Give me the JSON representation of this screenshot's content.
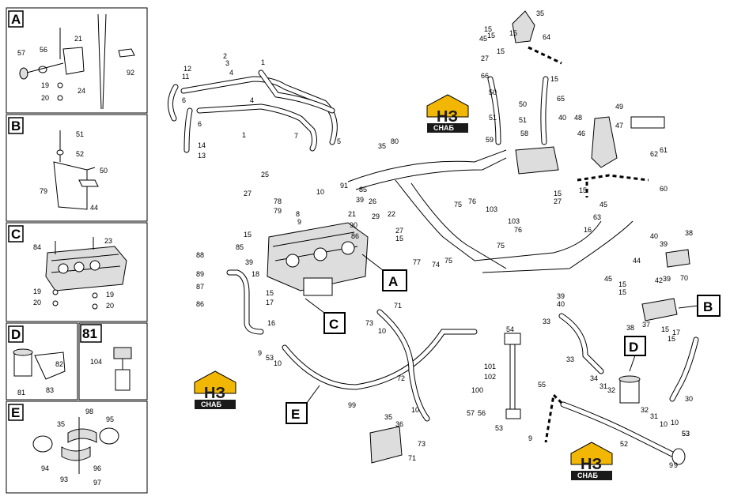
{
  "insets": {
    "A": {
      "letter": "A",
      "labels": [
        "21",
        "57",
        "56",
        "19",
        "20",
        "24",
        "92"
      ]
    },
    "B": {
      "letter": "B",
      "labels": [
        "51",
        "52",
        "50",
        "79",
        "44"
      ]
    },
    "C": {
      "letter": "C",
      "labels": [
        "23",
        "84",
        "19",
        "20",
        "19",
        "20"
      ]
    },
    "D": {
      "letter": "D",
      "labels": [
        "82",
        "81",
        "83"
      ]
    },
    "n81": {
      "letter": "81",
      "labels": [
        "104"
      ]
    },
    "E": {
      "letter": "E",
      "labels": [
        "98",
        "95",
        "35",
        "94",
        "93",
        "96",
        "97"
      ]
    }
  },
  "callouts": {
    "A": "A",
    "B": "B",
    "C": "C",
    "D": "D",
    "E": "E"
  },
  "watermark": {
    "text": "СНАБ",
    "letters": "НЗ"
  },
  "main_labels": [
    "12",
    "11",
    "6",
    "6",
    "14",
    "13",
    "2",
    "3",
    "4",
    "4",
    "1",
    "1",
    "7",
    "5",
    "35",
    "80",
    "25",
    "27",
    "15",
    "10",
    "78",
    "79",
    "8",
    "9",
    "91",
    "85",
    "39",
    "26",
    "21",
    "90",
    "86",
    "29",
    "27",
    "15",
    "22",
    "75",
    "76",
    "103",
    "103",
    "76",
    "75",
    "77",
    "74",
    "75",
    "88",
    "85",
    "39",
    "18",
    "89",
    "87",
    "86",
    "15",
    "17",
    "16",
    "71",
    "73",
    "10",
    "A",
    "C",
    "9",
    "53",
    "10",
    "72",
    "99",
    "E",
    "54",
    "53",
    "9",
    "101",
    "102",
    "100",
    "57",
    "56",
    "55",
    "52",
    "10",
    "53",
    "9",
    "35",
    "36",
    "71",
    "73",
    "10",
    "53",
    "9",
    "10",
    "35",
    "64",
    "15",
    "45",
    "15",
    "27",
    "15",
    "66",
    "15",
    "15",
    "50",
    "50",
    "51",
    "51",
    "59",
    "58",
    "40",
    "65",
    "49",
    "47",
    "48",
    "46",
    "62",
    "61",
    "60",
    "15",
    "27",
    "15",
    "45",
    "16",
    "63",
    "40",
    "38",
    "39",
    "70",
    "44",
    "42",
    "39",
    "45",
    "15",
    "15",
    "39",
    "40",
    "33",
    "37",
    "38",
    "15",
    "17",
    "15",
    "33",
    "34",
    "31",
    "32",
    "32",
    "31",
    "30",
    "D",
    "B"
  ]
}
